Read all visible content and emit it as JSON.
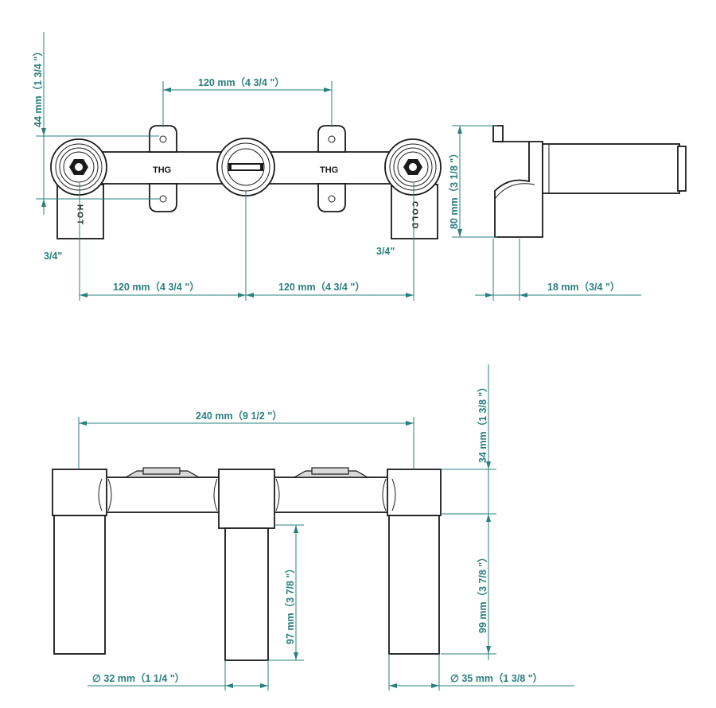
{
  "front_view": {
    "dim_top_spacing": "120 mm（4 3/4 \"）",
    "dim_height_left": "44 mm（1 3/4 \"）",
    "dim_bottom_left": "120 mm（4 3/4 \"）",
    "dim_bottom_right": "120 mm（4 3/4 \"）",
    "thread_left": "3/4\"",
    "thread_right": "3/4\"",
    "brand_left": "THG",
    "brand_right": "THG",
    "hot_label": "HOT",
    "cold_label": "COLD"
  },
  "side_view": {
    "dim_height": "80 mm（3 1/8 \"）",
    "dim_depth": "18 mm（3/4 \"）"
  },
  "top_view": {
    "dim_width": "240 mm（9 1/2 \"）",
    "dim_top_height": "34 mm（1 3/8 \"）",
    "dim_right_depth": "99 mm（3 7/8 \"）",
    "dim_center_depth": "97 mm（3 7/8 \"）",
    "dim_left_diameter": "∅ 32 mm（1 1/4 \"）",
    "dim_right_diameter": "∅ 35 mm（1 3/8 \"）"
  },
  "colors": {
    "dimension": "#2a7f7f",
    "outline": "#1a1a1a"
  }
}
